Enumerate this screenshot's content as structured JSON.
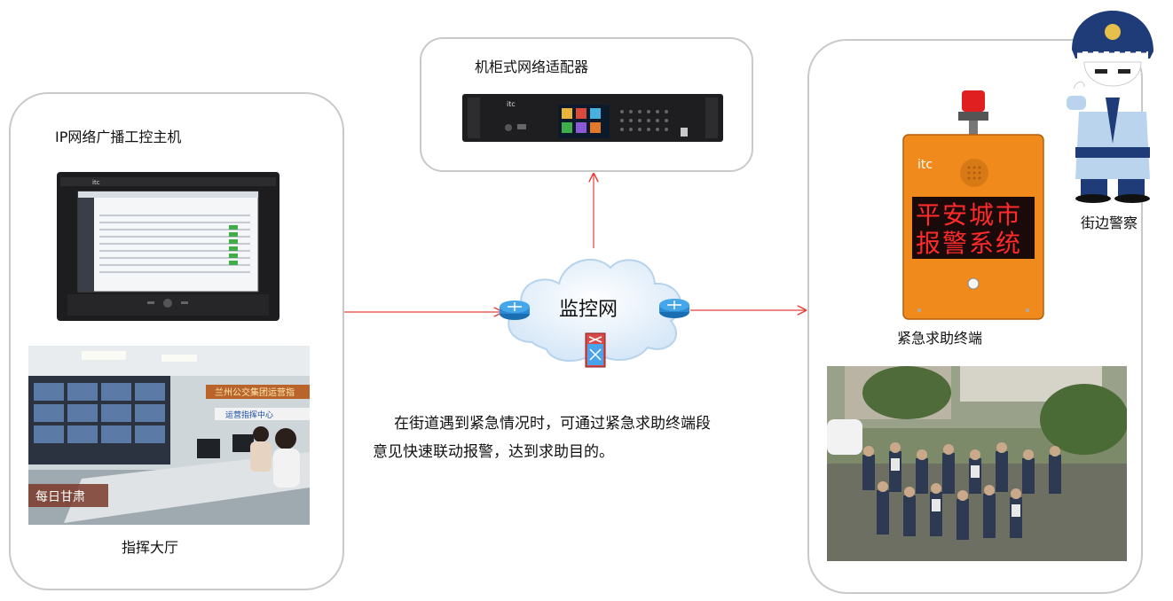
{
  "labels": {
    "host": "IP网络广播工控主机",
    "command_hall": "指挥大厅",
    "rack_adapter": "机柜式网络适配器",
    "network": "监控网",
    "terminal": "紧急求助终端",
    "police": "街边警察"
  },
  "description": {
    "line1": "在街道遇到紧急情况时，可通过紧急求助终端段",
    "line2": "意见快速联动报警，达到求助目的。"
  },
  "device_marks": {
    "brand": "itc",
    "led_line1": "平安城市",
    "led_line2": "报警系统"
  },
  "photo_marks": {
    "hall_banner": "兰州公交集团运营指",
    "hall_sign": "运营指挥中心",
    "hall_logo": "每日甘肃"
  },
  "colors": {
    "arrow": "#e8403a",
    "panel_border": "#c9c9c9",
    "terminal_body": "#f08a1c",
    "led_text": "#ff2a2a",
    "cloud": "#e9f3fc"
  }
}
